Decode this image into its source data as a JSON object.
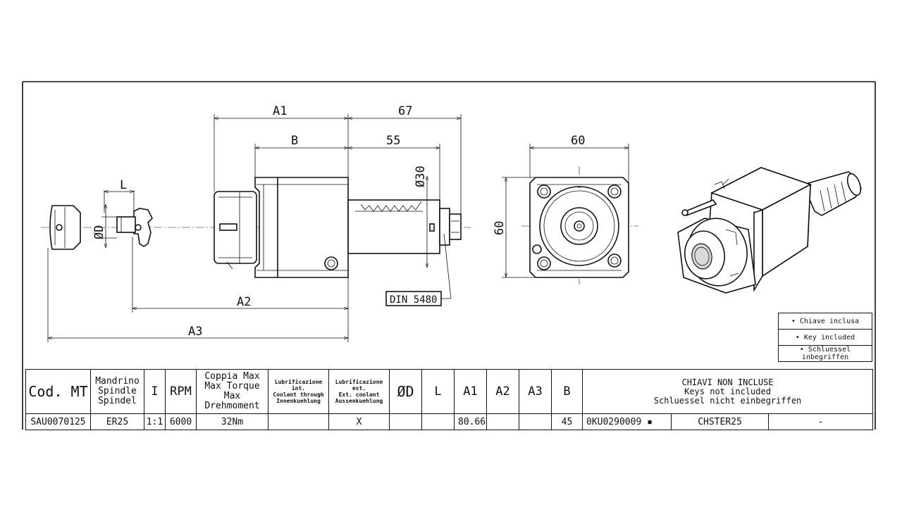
{
  "dimensions": {
    "a1": "A1",
    "sixty_seven": "67",
    "b": "B",
    "fifty_five": "55",
    "diameter_30": "Ø30",
    "l": "L",
    "diameter_d": "ØD",
    "a2": "A2",
    "a3": "A3",
    "front_width": "60",
    "front_height": "60"
  },
  "callout": "DIN 5480",
  "legend": [
    "• Chiave inclusa",
    "• Key included",
    "• Schluessel inbegriffen"
  ],
  "table": {
    "headers": {
      "code": "Cod. MT",
      "spindle": [
        "Mandrino",
        "Spindle",
        "Spindel"
      ],
      "ratio": "I",
      "rpm": "RPM",
      "torque": [
        "Coppia Max",
        "Max Torque",
        "Max Drehmoment"
      ],
      "internal_coolant": [
        "Lubrificazione int.",
        "Coolant through",
        "Innenkuehlung"
      ],
      "external_coolant": [
        "Lubrificazione est.",
        "Ext. coolant",
        "Aussenkuehlung"
      ],
      "diameter": "ØD",
      "l": "L",
      "a1": "A1",
      "a2": "A2",
      "a3": "A3",
      "b": "B",
      "keys": [
        "CHIAVI NON INCLUSE",
        "Keys not included",
        "Schluessel nicht einbegriffen"
      ]
    },
    "row": {
      "code": "SAU0070125",
      "spindle": "ER25",
      "ratio": "1:1",
      "rpm": "6000",
      "torque": "32Nm",
      "internal_coolant": "",
      "external_coolant": "X",
      "diameter": "",
      "l": "",
      "a1": "80.66",
      "a2": "",
      "a3": "",
      "b": "45",
      "key_code": "0KU0290009 ▪",
      "key_name": "CHSTER25",
      "key_extra": "-"
    }
  }
}
